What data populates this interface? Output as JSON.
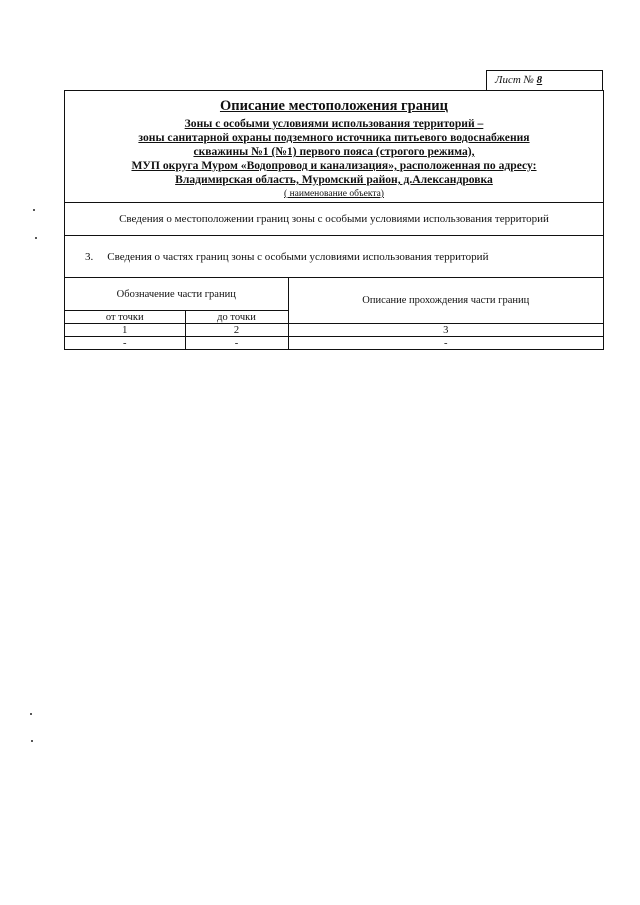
{
  "sheet": {
    "label": "Лист №",
    "number": "8"
  },
  "title": "Описание местоположения границ",
  "object_lines": [
    "Зоны с особыми условиями использования территорий –",
    "зоны санитарной охраны  подземного источника питьевого водоснабжения",
    "скважины №1 (№1)   первого пояса (строгого режима),",
    "МУП округа Муром  «Водопровод и канализация», расположенная по адресу:",
    "Владимирская область, Муромский район, д.Александровка"
  ],
  "object_caption": "( наименование объекта)",
  "info_text": "Сведения о местоположении границ  зоны с особыми условиями использования территорий",
  "section": {
    "number": "3.",
    "text": "Сведения о частях границ  зоны с особыми условиями использования территорий"
  },
  "table": {
    "header_left": "Обозначение части границ",
    "header_right": "Описание прохождения части границ",
    "sub_from": "от точки",
    "sub_to": "до точки",
    "col_numbers": [
      "1",
      "2",
      "3"
    ],
    "row_values": [
      "-",
      "-",
      "-"
    ]
  }
}
